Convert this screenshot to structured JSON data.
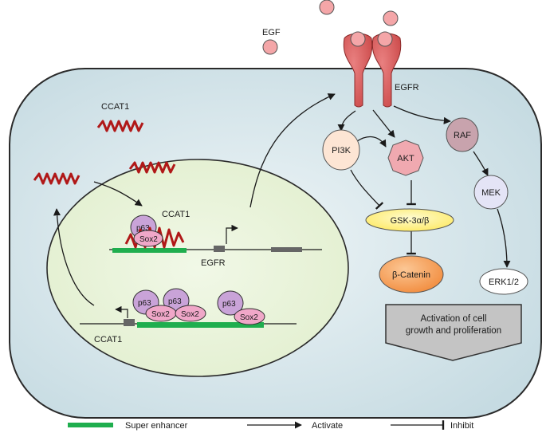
{
  "labels": {
    "egf": "EGF",
    "egfr_receptor": "EGFR",
    "ccat1_cytoplasm": "CCAT1",
    "ccat1_nucleus": "CCAT1",
    "egfr_gene": "EGFR",
    "ccat1_gene": "CCAT1"
  },
  "proteins": {
    "p63": "p63",
    "sox2": "Sox2"
  },
  "nodes": {
    "pi3k": "PI3K",
    "akt": "AKT",
    "gsk": "GSK-3α/β",
    "catenin": "β-Catenin",
    "raf": "RAF",
    "mek": "MEK",
    "erk": "ERK1/2"
  },
  "outcome": {
    "line1": "Activation of cell",
    "line2": "growth and proliferation"
  },
  "legend": {
    "super_enhancer": "Super enhancer",
    "activate": "Activate",
    "inhibit": "Inhibit"
  },
  "colors": {
    "cell_fill": "#c9dde4",
    "cell_stroke": "#2a2a2a",
    "nucleus_fill": "#e6f1d6",
    "egfr_receptor": "#d85a5a",
    "egf_ligand": "#f4a6a8",
    "rna": "#b01818",
    "super_enhancer": "#1fae4e",
    "p63": "#c9a3d8",
    "sox2": "#f0a7c8",
    "pi3k": "#fde5d4",
    "akt": "#f0a9b0",
    "gsk": "#fff08a",
    "catenin": "#f7a15c",
    "raf": "#c8a3ad",
    "mek": "#e4e4f6",
    "erk": "#ffffff",
    "outcome_box": "#c4c4c4"
  }
}
